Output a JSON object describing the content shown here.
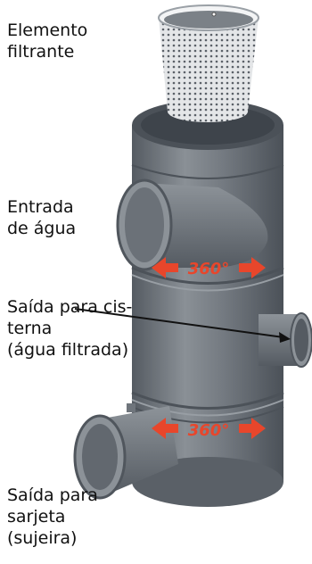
{
  "labels": {
    "filter_element": [
      "Elemento",
      "filtrante"
    ],
    "water_inlet": [
      "Entrada",
      "de água"
    ],
    "cistern_outlet": [
      "Saída para cis-",
      "terna",
      "(água filtrada)"
    ],
    "gutter_outlet": [
      "Saída para",
      "sarjeta",
      "(sujeira)"
    ]
  },
  "rotation_markers": {
    "upper": "360°",
    "lower": "360°"
  },
  "colors": {
    "body": "#6f757c",
    "body_dark": "#4a5058",
    "body_light": "#8e949a",
    "rotation_arrow": "#e8462b",
    "mesh": "#d7d9dc"
  }
}
